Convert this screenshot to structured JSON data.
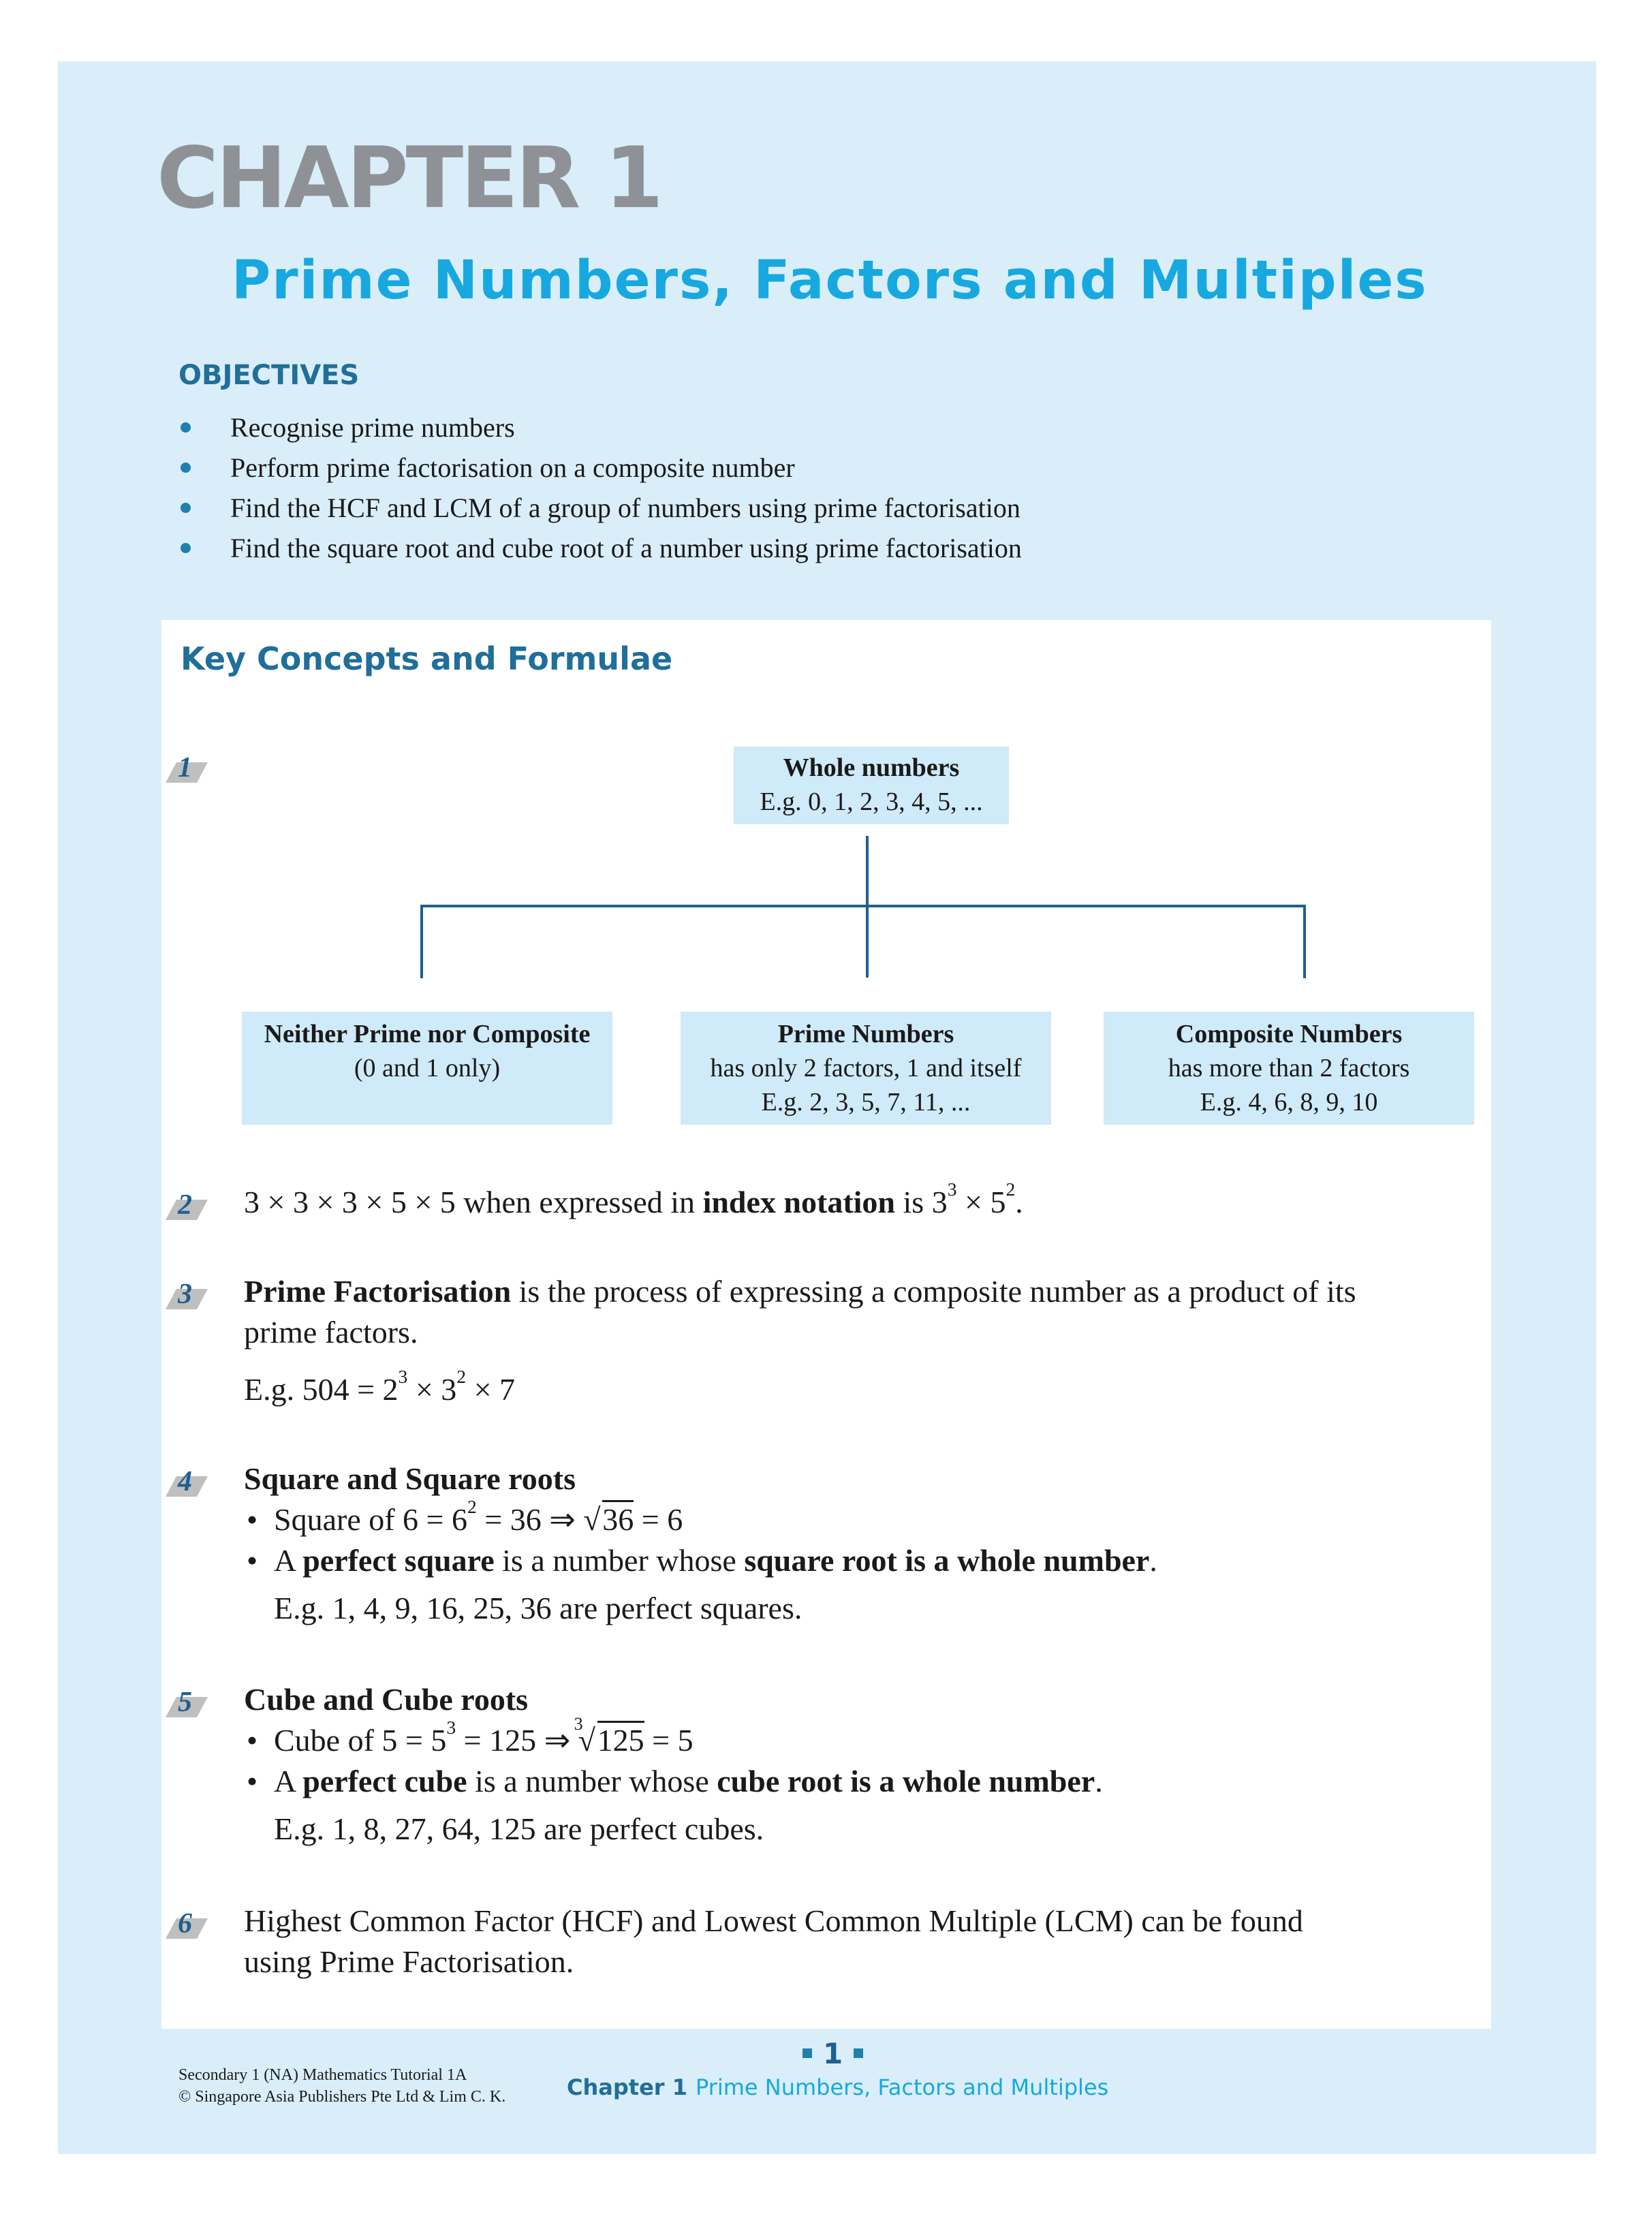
{
  "chapter": "CHAPTER 1",
  "subtitle": "Prime Numbers, Factors and Multiples",
  "objectives": {
    "heading": "OBJECTIVES",
    "items": [
      "Recognise prime numbers",
      "Perform prime factorisation on a composite number",
      "Find the HCF and LCM of a group of numbers using prime factorisation",
      "Find the square root and cube root of a number using prime factorisation"
    ]
  },
  "key_concepts": {
    "heading": "Key Concepts and Formulae",
    "numbers": [
      "1",
      "2",
      "3",
      "4",
      "5",
      "6"
    ],
    "diagram": {
      "root": {
        "title": "Whole numbers",
        "example": "E.g. 0, 1, 2, 3, 4, 5, ..."
      },
      "left": {
        "title": "Neither Prime nor Composite",
        "line1": "(0 and 1 only)"
      },
      "middle": {
        "title": "Prime Numbers",
        "line1": "has only 2 factors, 1 and itself",
        "line2": "E.g. 2, 3, 5, 7, 11, ..."
      },
      "right": {
        "title": "Composite Numbers",
        "line1": "has more than 2 factors",
        "line2": "E.g. 4, 6, 8, 9, 10"
      }
    },
    "item2": {
      "pre": "3 × 3 × 3 × 5 × 5 when expressed in ",
      "bold": "index notation",
      "post": " is 3",
      "exp1": "3",
      "mid": " × 5",
      "exp2": "2",
      "end": "."
    },
    "item3": {
      "bold": "Prime Factorisation",
      "text": " is the process of expressing a composite number as a product of its",
      "text2": "prime factors.",
      "eg_pre": "E.g. 504 = 2",
      "eg_exp1": "3",
      "eg_mid": " × 3",
      "eg_exp2": "2",
      "eg_end": " × 7"
    },
    "item4": {
      "title": "Square and Square roots",
      "b1_pre": "Square of 6 = 6",
      "b1_exp": "2",
      "b1_mid": " = 36 ⇒ ",
      "b1_rad": "36",
      "b1_end": " = 6",
      "b2_pre": "A ",
      "b2_bold1": "perfect square",
      "b2_mid": " is a number whose ",
      "b2_bold2": "square root is a whole number",
      "b2_end": ".",
      "eg": "E.g. 1, 4, 9, 16, 25, 36 are perfect squares."
    },
    "item5": {
      "title": "Cube and Cube roots",
      "b1_pre": "Cube of 5 = 5",
      "b1_exp": "3",
      "b1_mid": " = 125 ⇒ ",
      "b1_idx": "3",
      "b1_rad": "125",
      "b1_end": " = 5",
      "b2_pre": "A ",
      "b2_bold1": "perfect cube",
      "b2_mid": " is a number whose ",
      "b2_bold2": "cube root is a whole number",
      "b2_end": ".",
      "eg": "E.g. 1, 8, 27, 64, 125 are perfect cubes."
    },
    "item6": {
      "line1": "Highest Common Factor (HCF) and Lowest Common Multiple (LCM) can be found",
      "line2": "using Prime Factorisation."
    }
  },
  "footer": {
    "book": "Secondary 1 (NA) Mathematics Tutorial 1A",
    "copyright": "© Singapore Asia Publishers Pte Ltd & Lim C. K.",
    "page": "1",
    "chapter_label": "Chapter 1",
    "chapter_title": "Prime Numbers, Factors and Multiples"
  }
}
